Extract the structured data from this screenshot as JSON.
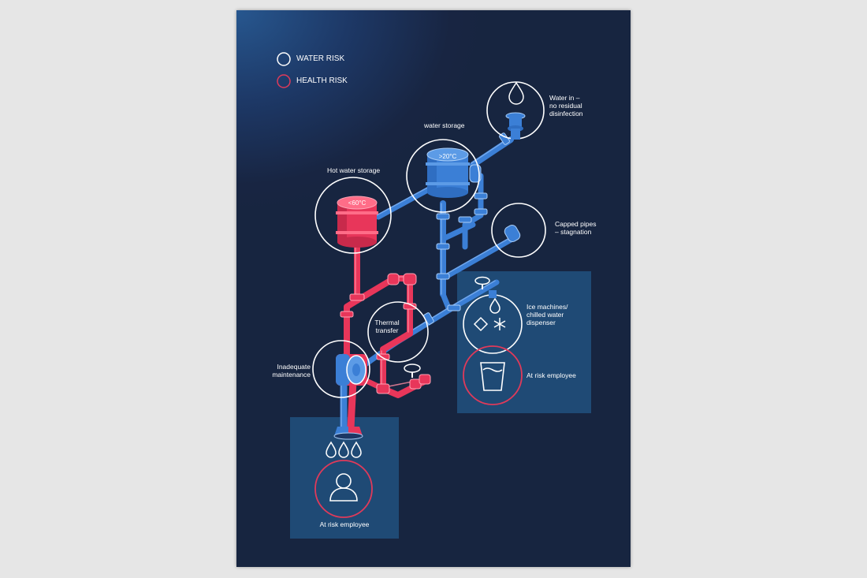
{
  "legend": {
    "water_risk": "WATER RISK",
    "health_risk": "HEALTH RISK",
    "water_color": "#ffffff",
    "health_color": "#e03a5a"
  },
  "labels": {
    "water_in": "Water in –\nno residual\ndisinfection",
    "water_storage": "water storage",
    "hot_water_storage": "Hot water storage",
    "capped_pipes": "Capped pipes\n– stagnation",
    "thermal_transfer": "Thermal\ntransfer",
    "ice_machines": "Ice machines/\nchilled water\ndispenser",
    "inadequate_maintenance": "Inadequate\nmaintenance",
    "at_risk_employee_right": "At risk employee",
    "at_risk_employee_bottom": "At risk employee"
  },
  "tanks": {
    "cold_temp": ">20°C",
    "hot_temp": "<60°C"
  },
  "colors": {
    "background": "#182542",
    "panel": "#1f4a75",
    "cold_pipe": "#3b7fd6",
    "hot_pipe": "#e8365a",
    "line": "#ffffff"
  }
}
